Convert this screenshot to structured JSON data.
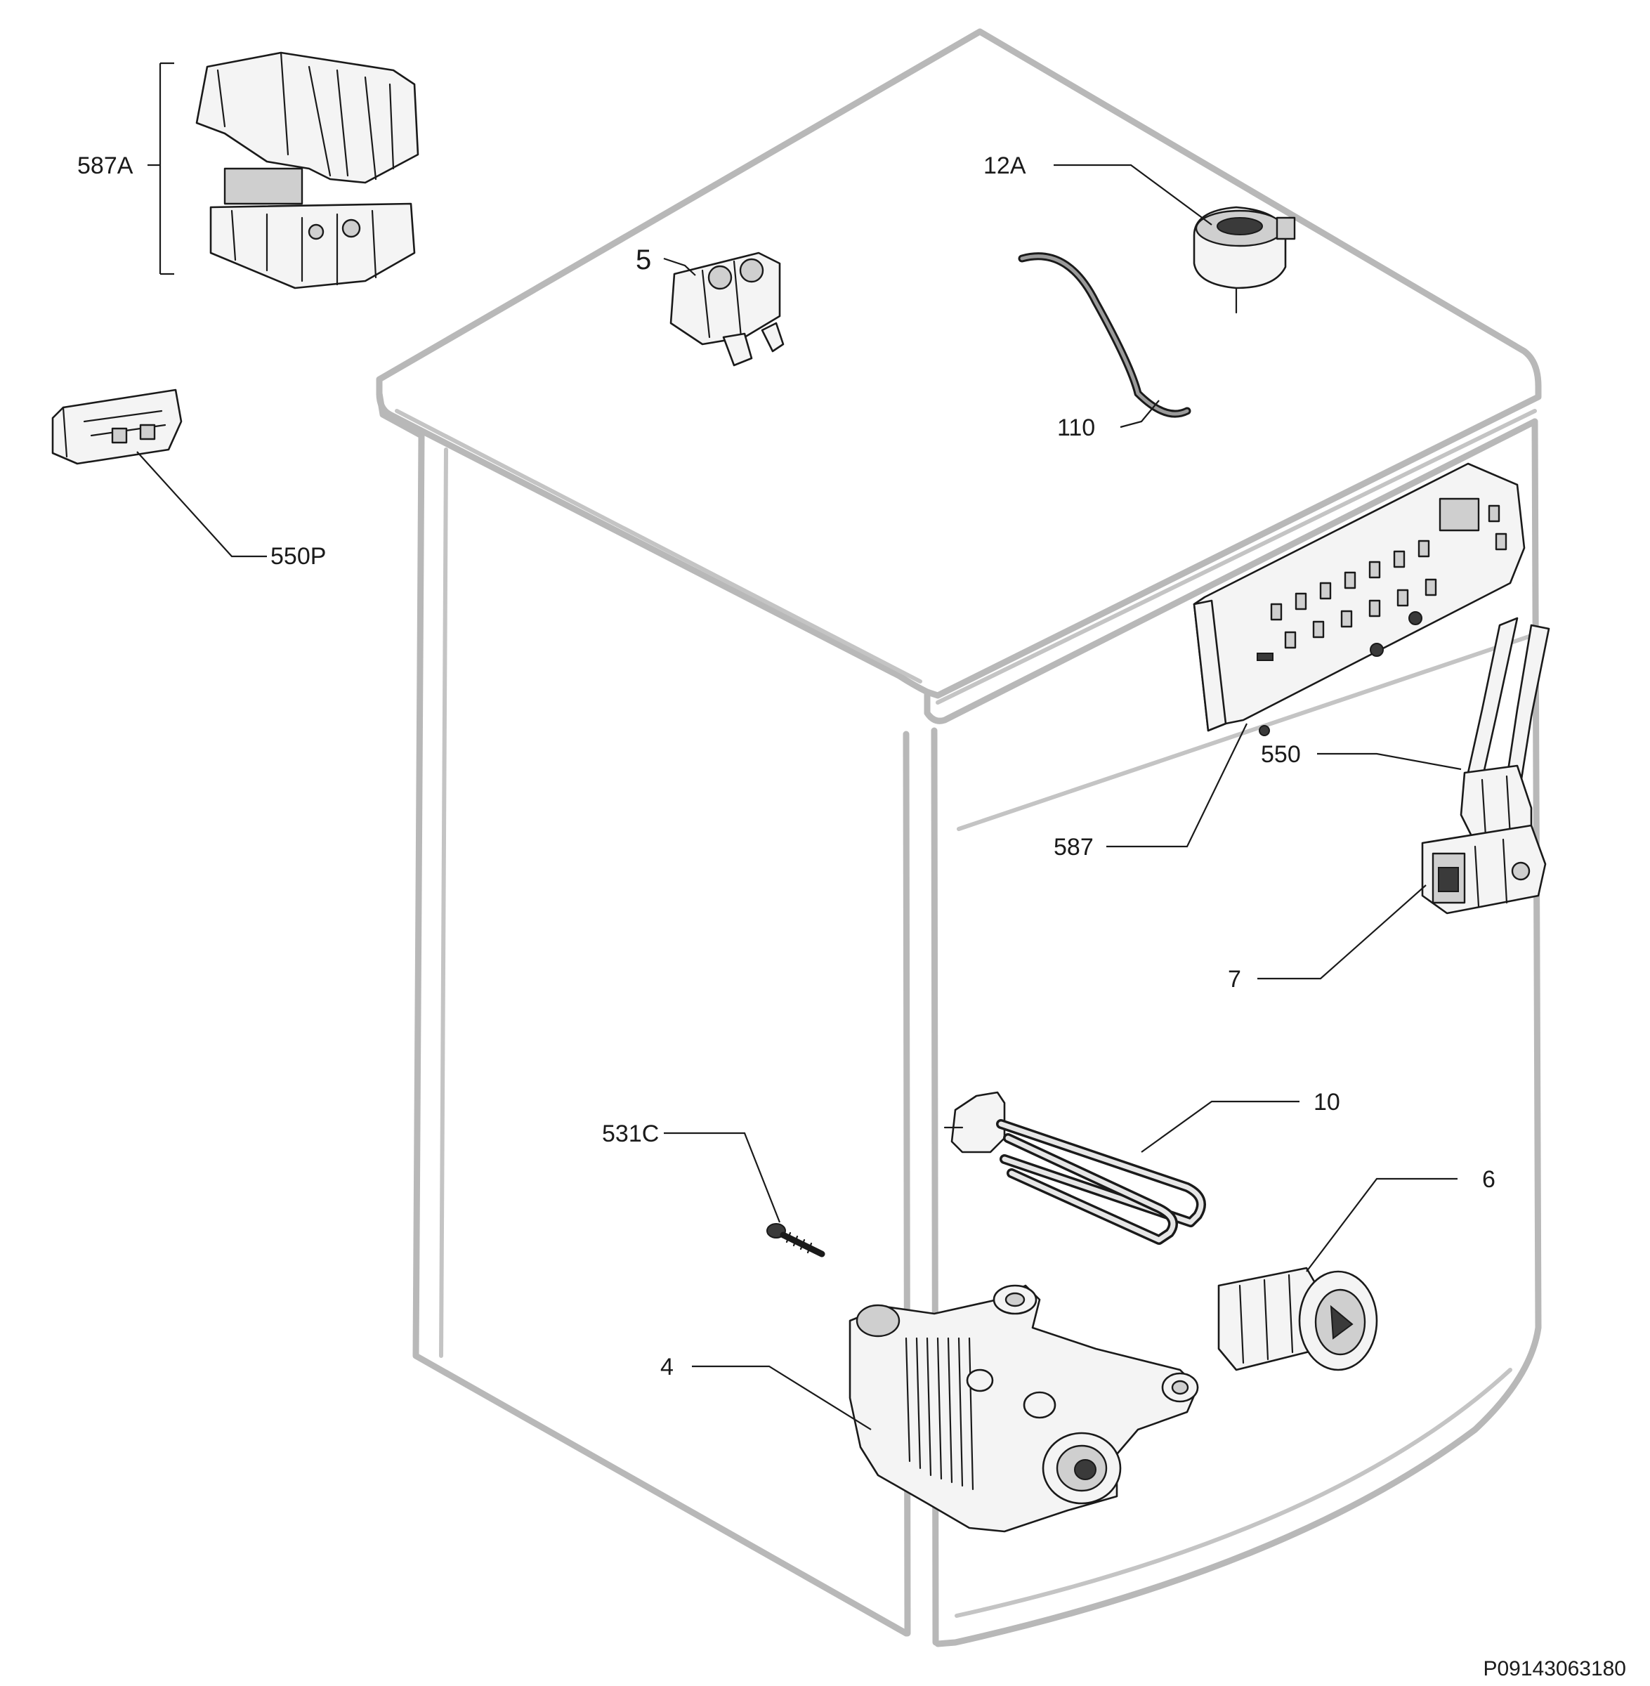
{
  "labels": {
    "l587A": "587A",
    "l550P": "550P",
    "l5": "5",
    "l12A": "12A",
    "l110": "110",
    "l550": "550",
    "l587": "587",
    "l7": "7",
    "l10": "10",
    "l531C": "531C",
    "l6": "6",
    "l4": "4"
  },
  "reference_code": "P09143063180",
  "parts": [
    {
      "id": "587A",
      "icon": "electronic-module-assembly-icon"
    },
    {
      "id": "550P",
      "icon": "bracket-icon"
    },
    {
      "id": "5",
      "icon": "inlet-valve-icon"
    },
    {
      "id": "12A",
      "icon": "pressure-switch-icon"
    },
    {
      "id": "110",
      "icon": "hose-icon"
    },
    {
      "id": "550",
      "icon": "cable-harness-icon"
    },
    {
      "id": "587",
      "icon": "control-board-icon"
    },
    {
      "id": "7",
      "icon": "door-lock-icon"
    },
    {
      "id": "10",
      "icon": "heating-element-icon"
    },
    {
      "id": "531C",
      "icon": "screw-icon"
    },
    {
      "id": "6",
      "icon": "drain-pump-icon"
    },
    {
      "id": "4",
      "icon": "motor-icon"
    }
  ]
}
